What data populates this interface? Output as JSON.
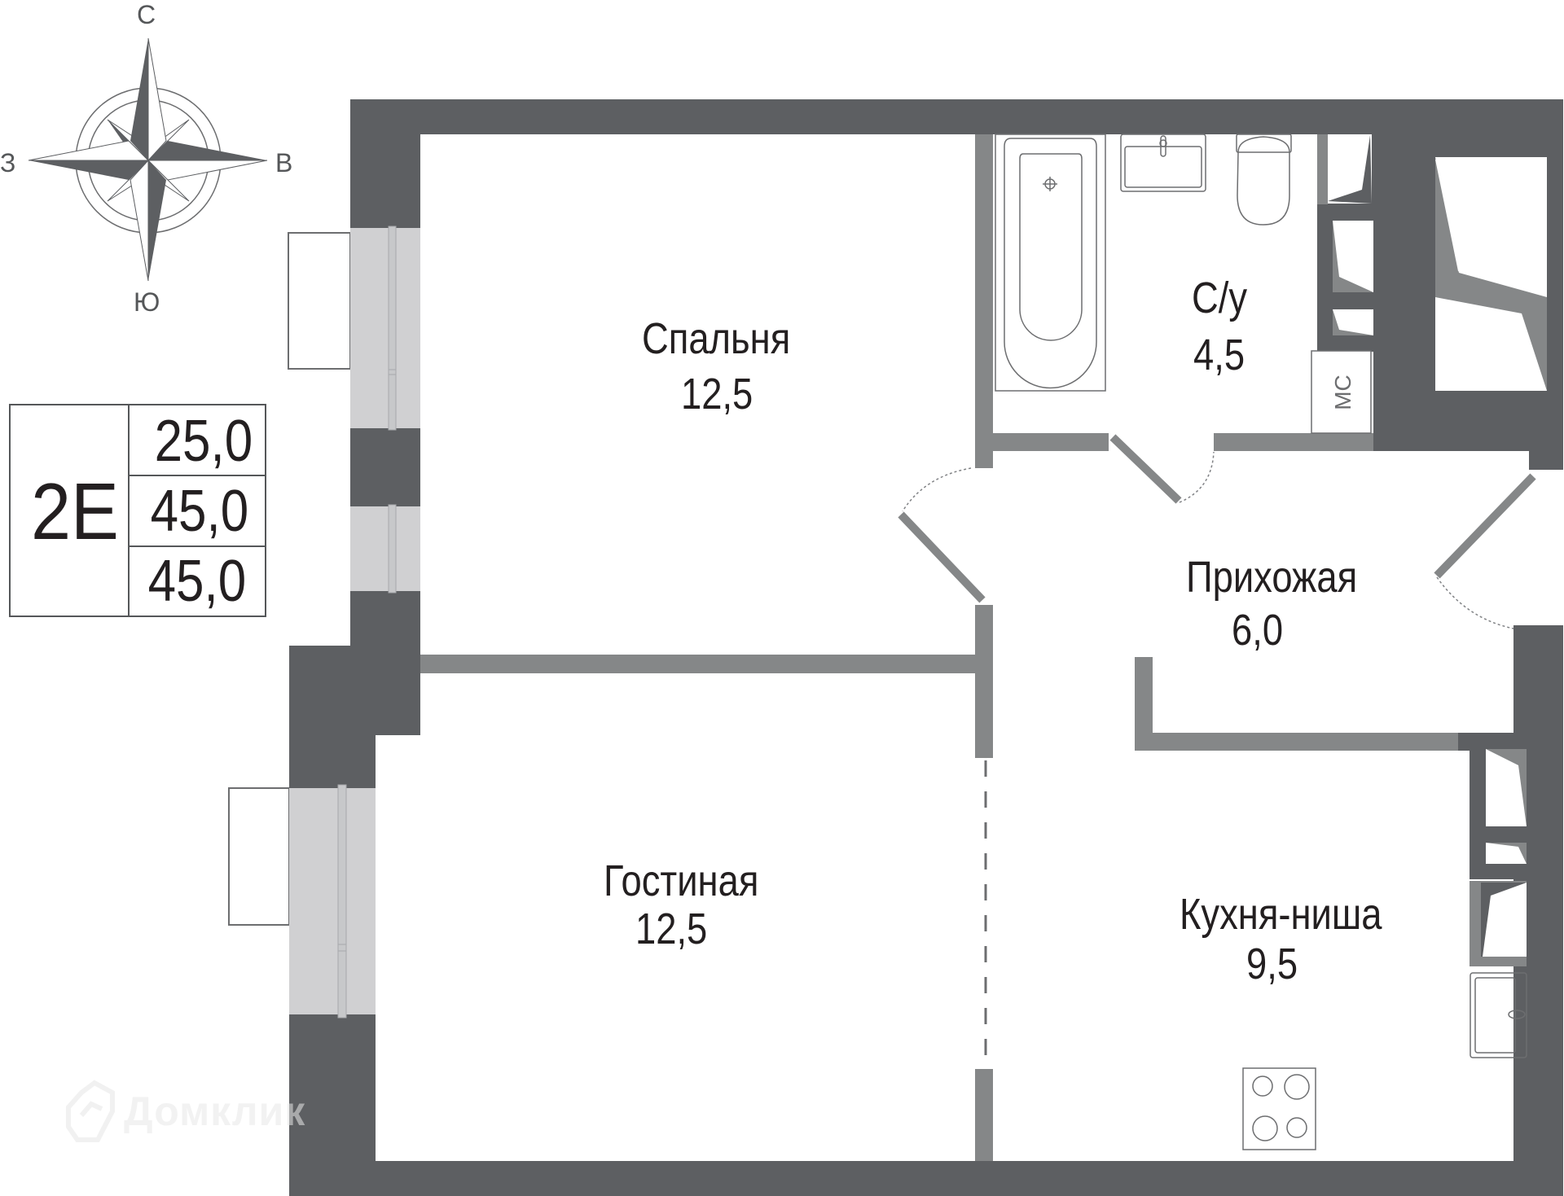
{
  "plan": {
    "unit_code": "2E",
    "areas": {
      "living_area": "25,0",
      "total_area": "45,0",
      "total_area_with_balcony": "45,0"
    },
    "compass": {
      "north": "С",
      "south": "Ю",
      "east": "В",
      "west": "З"
    },
    "rooms": [
      {
        "name": "Спальня",
        "area": "12,5"
      },
      {
        "name": "С/у",
        "area": "4,5"
      },
      {
        "name": "Прихожая",
        "area": "6,0"
      },
      {
        "name": "Гостиная",
        "area": "12,5"
      },
      {
        "name": "Кухня-ниша",
        "area": "9,5"
      }
    ],
    "utility_label": "МС",
    "colors": {
      "outer_wall": "#5d5f62",
      "partition": "#858788",
      "window": "#d0d0d2",
      "text": "#231f20"
    }
  },
  "watermark": {
    "text": "Домклик"
  }
}
